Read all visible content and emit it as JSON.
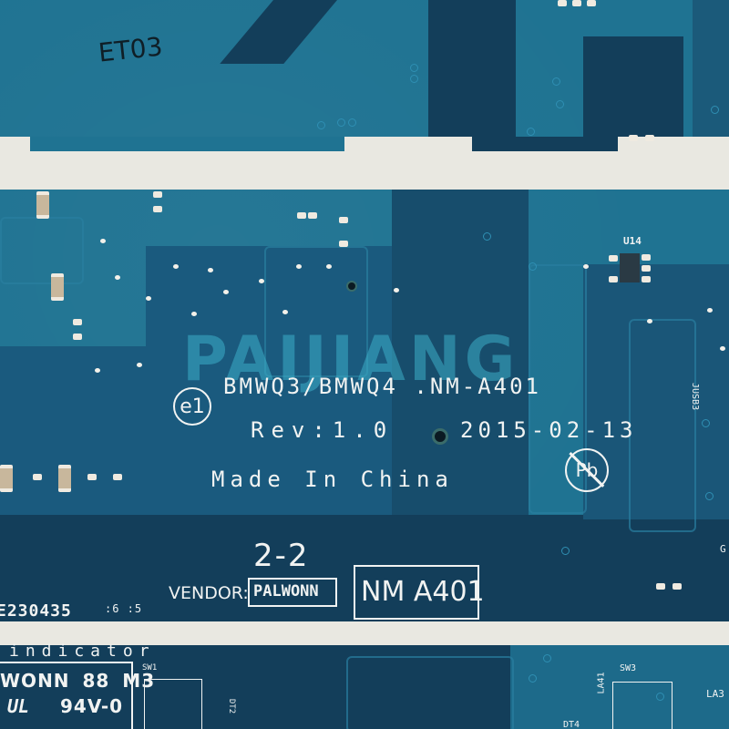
{
  "board": {
    "top_label": "ET03",
    "model_line": "BMWQ3/BMWQ4 .NM-A401",
    "revision": "Rev:1.0",
    "date": "2015-02-13",
    "origin": "Made In China",
    "e1_mark": "e1",
    "pb_free_mark": "Pb",
    "section": "2-2",
    "vendor_label": "VENDOR:",
    "vendor_name": "PALWONN",
    "board_code": "NM A401",
    "serial_fragment": "E230435",
    "serial_suffix": ":6 :5",
    "indicator_label": "indicator",
    "ul_line1": "WONN 88 M3",
    "ul_mark": "UL",
    "ul_rating": "94V-0",
    "watermark": "PAIJIANG"
  },
  "components": {
    "u14": "U14",
    "jusb3": "JUSB3",
    "sw1": "SW1",
    "sw3": "SW3",
    "dt2": "DT2",
    "dt4": "DT4",
    "la41": "LA41",
    "la3": "LA3",
    "g_partial": "G"
  },
  "colors": {
    "board_blue": "#1f7392",
    "dark_plane": "#133e5a",
    "silkscreen": "#f1f3f2",
    "cutout": "#e9e8e1"
  }
}
